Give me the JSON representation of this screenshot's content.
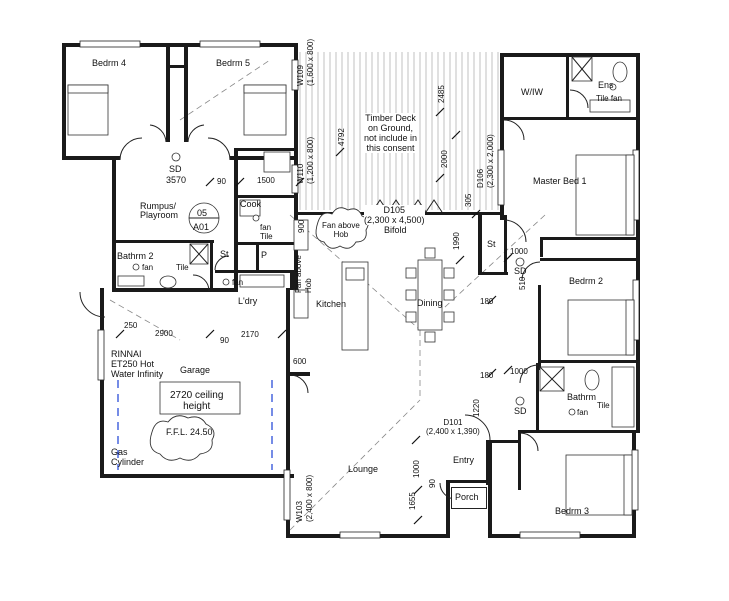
{
  "rooms": {
    "bedrm4": "Bedrm 4",
    "bedrm5": "Bedrm 5",
    "wiw": "W/IW",
    "ens": "Ens",
    "master_bed": "Master Bed 1",
    "bedrm2": "Bedrm 2",
    "bathrm": "Bathrm",
    "bedrm3": "Bedrm 3",
    "rumpus": "Rumpus/\nPlayroom",
    "bathrm2": "Bathrm 2",
    "ldry": "L'dry",
    "kitchen": "Kitchen",
    "dining": "Dining",
    "garage": "Garage",
    "lounge": "Lounge",
    "entry": "Entry",
    "porch": "Porch",
    "cook": "Cook",
    "st1": "St",
    "st2": "St",
    "p": "P"
  },
  "deck": {
    "text": "Timber Deck\non Ground,\nnot include in\nthis consent"
  },
  "notes": {
    "sd_top": "SD",
    "sd_top_dim": "3570",
    "sd_bed2": "SD",
    "sd_bath": "SD",
    "ref_05": "05",
    "ref_a01": "A01",
    "ceiling": "2720 ceiling\nheight",
    "ffl": "F.F.L.  24.50",
    "fan_above_hob": "Fan above\nHob",
    "fan_above_hob_vert": "Fan above\nHob",
    "rinnai": "RINNAI\nET250 Hot\nWater Infinity",
    "gas": "Gas\nCylinder",
    "fan_tile_ens": "Tile  fan",
    "fan_tile_cook": "fan\nTile",
    "fan_bath2": "fan",
    "tile_bath2": "Tile",
    "fan_ldry": "fan",
    "fan_bathrm": "fan",
    "tile_bathrm": "Tile",
    "bifold": "Bifold",
    "d105": "D105\n(2,300 x 4,500)",
    "d101": "D101\n(2,400 x 1,390)"
  },
  "windows": {
    "w109": "W109\n(1,600 x 800)",
    "w110": "W110\n(1,200 x 800)",
    "w103": "W103\n(2,400 x 800)",
    "d106": "D106\n(2,300 x 2,000)"
  },
  "dims": {
    "d90a": "90",
    "d1500": "1500",
    "d900": "900",
    "d250": "250",
    "d2900": "2900",
    "d90b": "90",
    "d2170": "2170",
    "d600": "600",
    "d4792": "4792",
    "d2485": "2485",
    "d2000": "2000",
    "d305": "305",
    "d1990": "1990",
    "d1000a": "1000",
    "d510": "510",
    "d180a": "180",
    "d180b": "180",
    "d1000b": "1000",
    "d1220": "1220",
    "d1000c": "1000",
    "d90c": "90",
    "d1655": "1655"
  }
}
